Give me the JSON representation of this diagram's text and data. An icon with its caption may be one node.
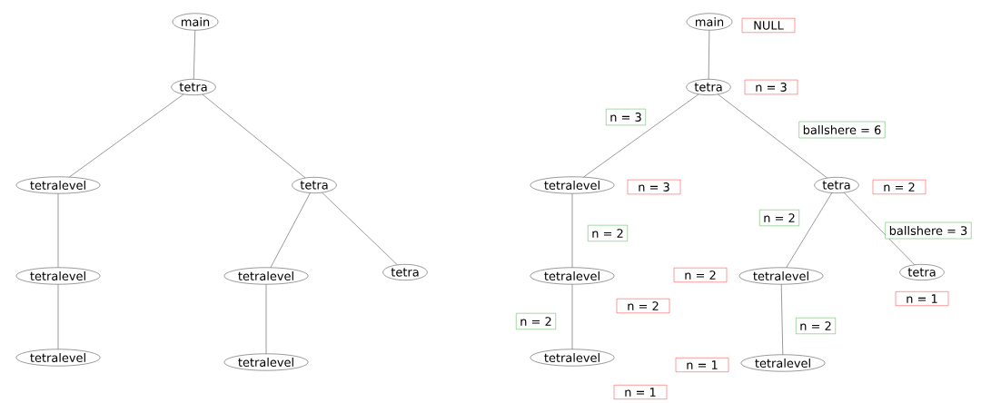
{
  "diagram": {
    "nodes": [
      {
        "text": [
          "main"
        ]
      },
      {
        "text": [
          "tetra"
        ]
      },
      {
        "text": [
          "tetralevel"
        ]
      },
      {
        "text": [
          "tetralevel"
        ]
      },
      {
        "text": [
          "tetralevel"
        ]
      },
      {
        "text": [
          "tetra"
        ]
      },
      {
        "text": [
          "tetralevel"
        ]
      },
      {
        "text": [
          "tetralevel"
        ]
      },
      {
        "text": [
          "tetra"
        ]
      },
      {
        "text": [
          "main"
        ],
        "beside": [
          "NULL"
        ]
      },
      {
        "text": [
          "tetra"
        ],
        "beside": [
          "n = 3"
        ]
      },
      {
        "text": [
          "tetralevel"
        ],
        "beside": [
          "n = 3"
        ]
      },
      {
        "text": [
          "tetralevel"
        ],
        "beside": [
          "n = 2"
        ]
      },
      {
        "text": [
          "tetralevel"
        ],
        "beside": [
          "n = 1"
        ]
      },
      {
        "text": [
          "tetra"
        ],
        "beside": [
          "n = 2"
        ]
      },
      {
        "text": [
          "tetralevel"
        ],
        "beside": [
          "n = 2"
        ]
      },
      {
        "text": [
          "tetralevel"
        ],
        "beside": [
          "n = 1"
        ]
      },
      {
        "text": [
          "tetra"
        ],
        "beside": [
          "n = 1"
        ]
      }
    ],
    "edges": [
      {
        "from": 0,
        "to": 1,
        "arrow": "none"
      },
      {
        "from": 1,
        "to": 2,
        "arrow": "none"
      },
      {
        "from": 1,
        "to": 5,
        "arrow": "none"
      },
      {
        "from": 2,
        "to": 3,
        "arrow": "none"
      },
      {
        "from": 3,
        "to": 4,
        "arrow": "none"
      },
      {
        "from": 5,
        "to": 6,
        "arrow": "none"
      },
      {
        "from": 5,
        "to": 8,
        "arrow": "none"
      },
      {
        "from": 6,
        "to": 7,
        "arrow": "none"
      },
      {
        "from": 9,
        "to": 10,
        "arrow": "none"
      },
      {
        "from": 10,
        "to": 11,
        "arrow": "none",
        "label": "n = 3"
      },
      {
        "from": 10,
        "to": 14,
        "arrow": "none",
        "label": "ballshere = 6"
      },
      {
        "from": 11,
        "to": 12,
        "arrow": "none",
        "label": "n = 2"
      },
      {
        "from": 12,
        "to": 13,
        "arrow": "none",
        "label": "n = 2"
      },
      {
        "from": 14,
        "to": 15,
        "arrow": "none",
        "label": "n = 2"
      },
      {
        "from": 14,
        "to": 17,
        "arrow": "none",
        "label": "ballshere = 3"
      },
      {
        "from": 15,
        "to": 16,
        "arrow": "none",
        "label": "n = 2"
      }
    ]
  }
}
